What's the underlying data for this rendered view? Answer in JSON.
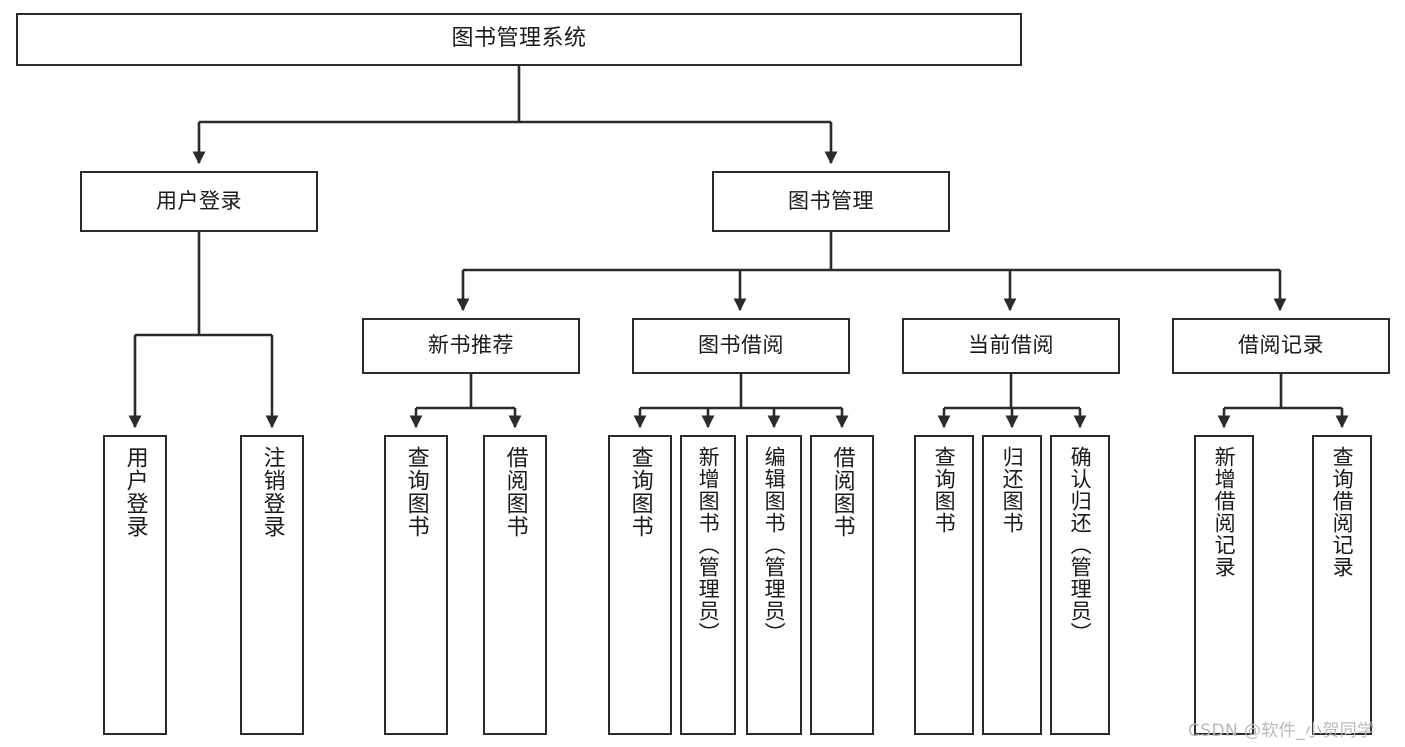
{
  "diagram": {
    "title": "图书管理系统",
    "type": "hierarchy-tree",
    "stroke_color": "#2b2b2b",
    "fill_color": "#ffffff",
    "text_color": "#1a1a1a"
  },
  "watermark": {
    "text": "CSDN @软件_小贺同学",
    "color": "#b9b9b9"
  },
  "nodes": {
    "root": {
      "label": "图书管理系统"
    },
    "level1": [
      {
        "label": "用户登录"
      },
      {
        "label": "图书管理"
      }
    ],
    "level2": [
      {
        "label": "新书推荐"
      },
      {
        "label": "图书借阅"
      },
      {
        "label": "当前借阅"
      },
      {
        "label": "借阅记录"
      }
    ],
    "leaves": {
      "user_login": [
        {
          "label": "用户登录"
        },
        {
          "label": "注销登录"
        }
      ],
      "new_book_recommend": [
        {
          "label": "查询图书"
        },
        {
          "label": "借阅图书"
        }
      ],
      "book_borrow": [
        {
          "label": "查询图书"
        },
        {
          "label": "新增图书（管理员）"
        },
        {
          "label": "编辑图书（管理员）"
        },
        {
          "label": "借阅图书"
        }
      ],
      "current_borrow": [
        {
          "label": "查询图书"
        },
        {
          "label": "归还图书"
        },
        {
          "label": "确认归还（管理员）"
        }
      ],
      "borrow_record": [
        {
          "label": "新增借阅记录"
        },
        {
          "label": "查询借阅记录"
        }
      ]
    }
  }
}
